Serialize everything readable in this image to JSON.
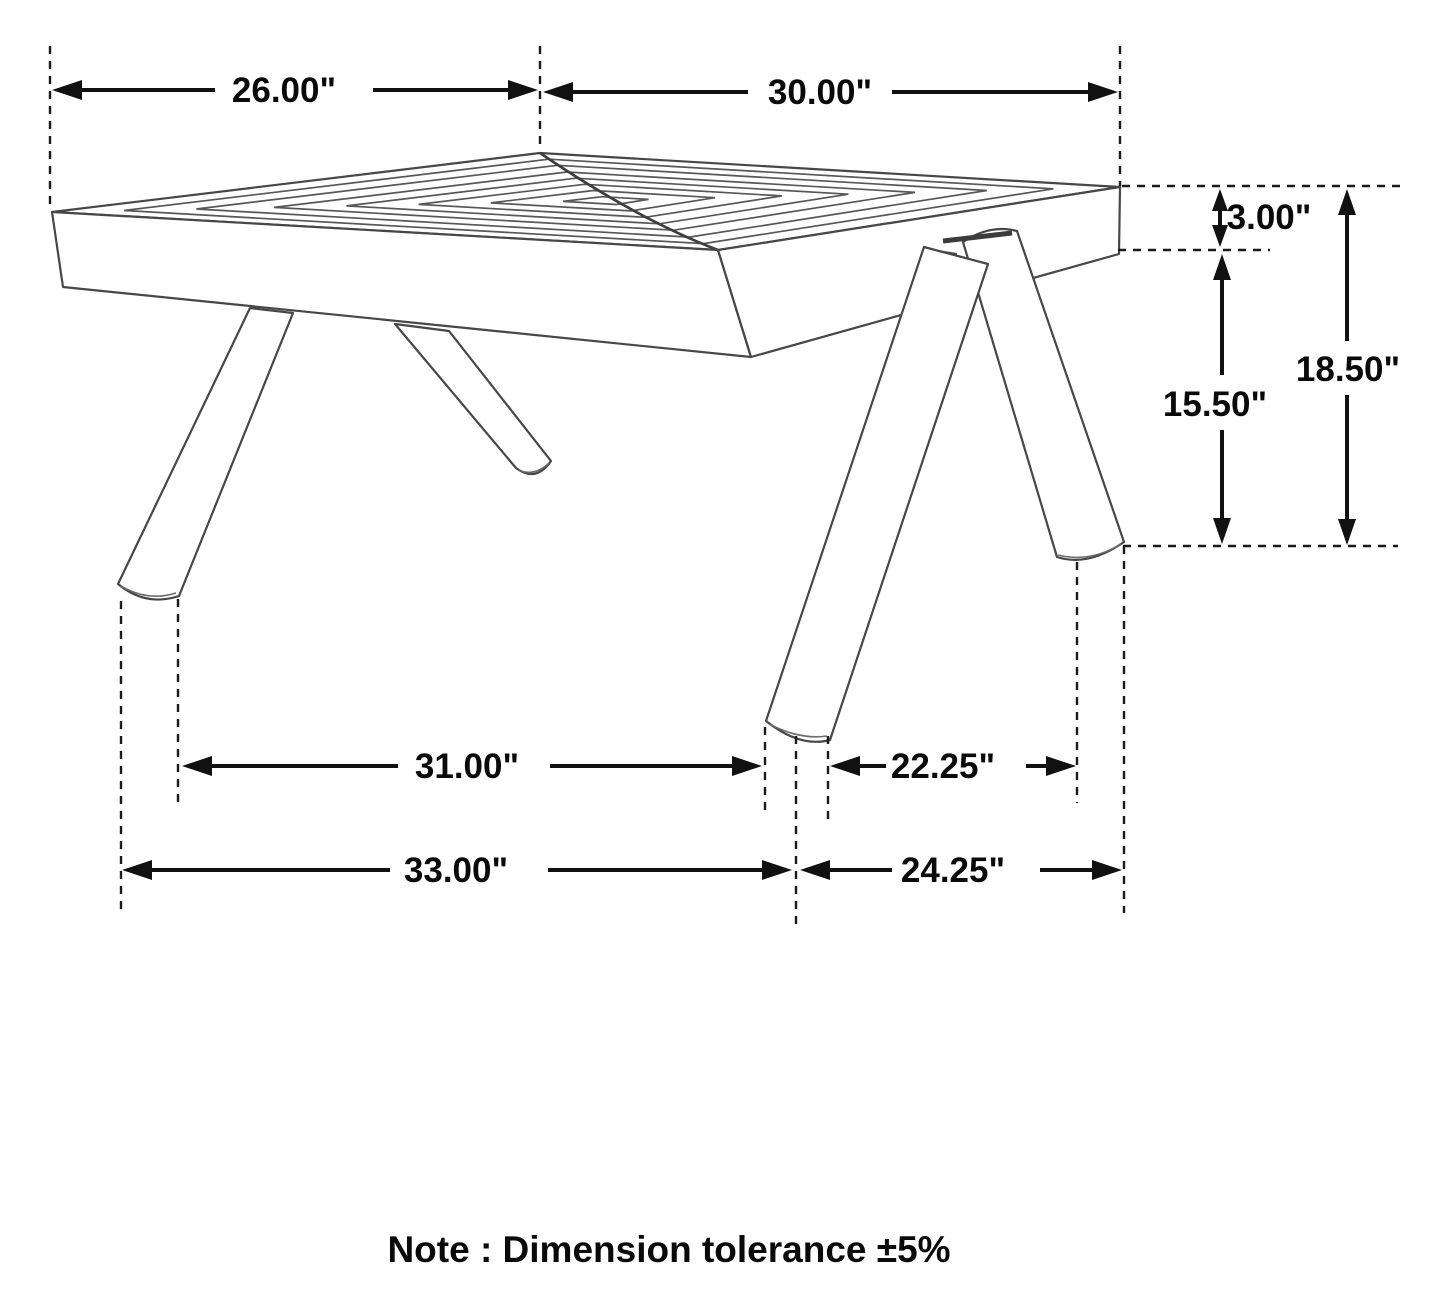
{
  "diagram": {
    "type": "furniture-dimension-drawing",
    "subject": "four-leg table with mitered parquet top",
    "note": "Note : Dimension tolerance ±5%",
    "line_color": "#1a1a1a",
    "drawing_color": "#474747",
    "labels": {
      "top_depth": "26.00\"",
      "top_width": "30.00\"",
      "top_thickness": "3.00\"",
      "underside_height": "15.50\"",
      "overall_height": "18.50\"",
      "leg_span_front_inner": "31.00\"",
      "leg_span_side_inner": "22.25\"",
      "leg_span_front_outer": "33.00\"",
      "leg_span_side_outer": "24.25\""
    }
  }
}
